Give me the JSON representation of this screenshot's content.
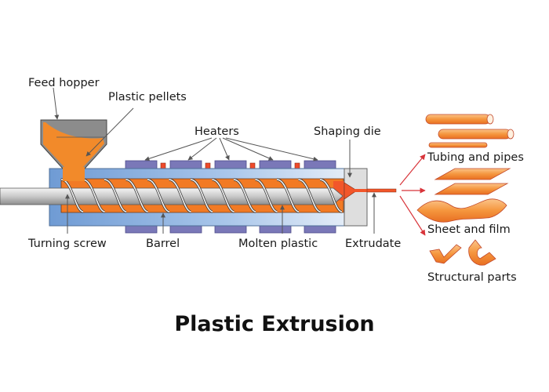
{
  "title": "Plastic Extrusion",
  "labels": {
    "feed_hopper": "Feed hopper",
    "plastic_pellets": "Plastic pellets",
    "heaters": "Heaters",
    "shaping_die": "Shaping die",
    "turning_screw": "Turning screw",
    "barrel": "Barrel",
    "molten_plastic": "Molten plastic",
    "extrudate": "Extrudate"
  },
  "products": [
    {
      "label": "Tubing and pipes"
    },
    {
      "label": "Sheet and film"
    },
    {
      "label": "Structural parts"
    }
  ],
  "colors": {
    "plastic": "#f28a2a",
    "molten": "#f2562a",
    "barrel": "#8fb4e0",
    "heater": "#7a78b8",
    "die": "#dcdcdc",
    "arrow_red": "#d8343a"
  }
}
